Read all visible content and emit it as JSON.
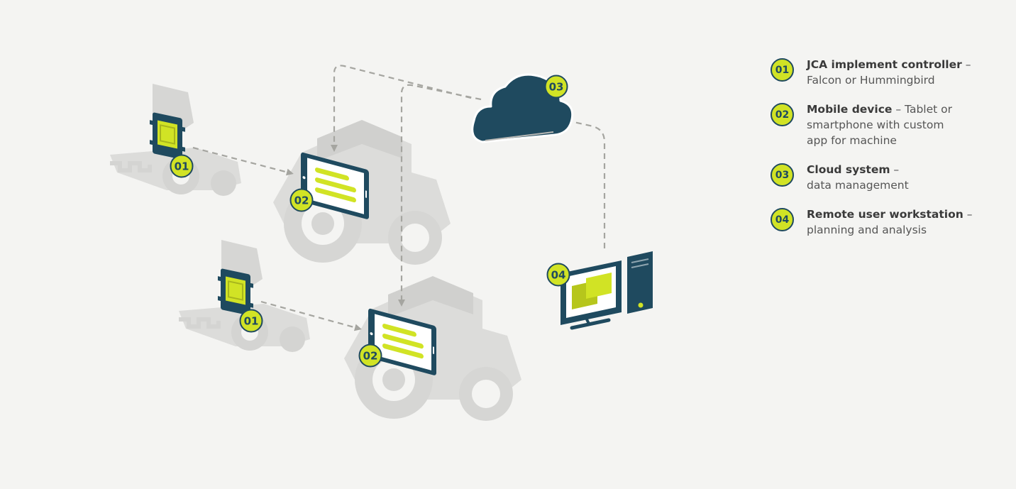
{
  "colors": {
    "background": "#f4f4f2",
    "navy": "#1f4a5f",
    "lime": "#d1e325",
    "gray_silhouette": "#d9d9d7",
    "arrow": "#a5a5a0"
  },
  "badges": {
    "b01": "01",
    "b02": "02",
    "b03": "03",
    "b04": "04"
  },
  "legend": [
    {
      "num": "01",
      "title": "JCA implement controller",
      "sep": " – ",
      "desc": "Falcon or Hummingbird"
    },
    {
      "num": "02",
      "title": "Mobile device",
      "sep": " – ",
      "desc": "Tablet or smartphone with custom app for machine"
    },
    {
      "num": "03",
      "title": "Cloud system",
      "sep": " – ",
      "desc": "data management"
    },
    {
      "num": "04",
      "title": "Remote user workstation",
      "sep": " – ",
      "desc": "planning and analysis"
    }
  ],
  "icons": {
    "controller": "controller-icon",
    "tablet": "tablet-icon",
    "cloud": "cloud-icon",
    "workstation": "workstation-icon",
    "tractor": "tractor-icon",
    "loader": "loader-icon"
  }
}
